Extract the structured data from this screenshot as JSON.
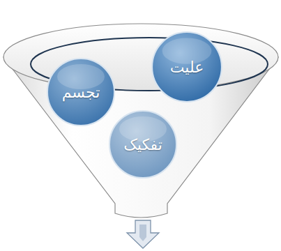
{
  "diagram": {
    "nodes": [
      {
        "text": [
          "علیت"
        ]
      },
      {
        "text": [
          "تجسم"
        ]
      },
      {
        "text": [
          "تفکیک"
        ]
      }
    ]
  }
}
